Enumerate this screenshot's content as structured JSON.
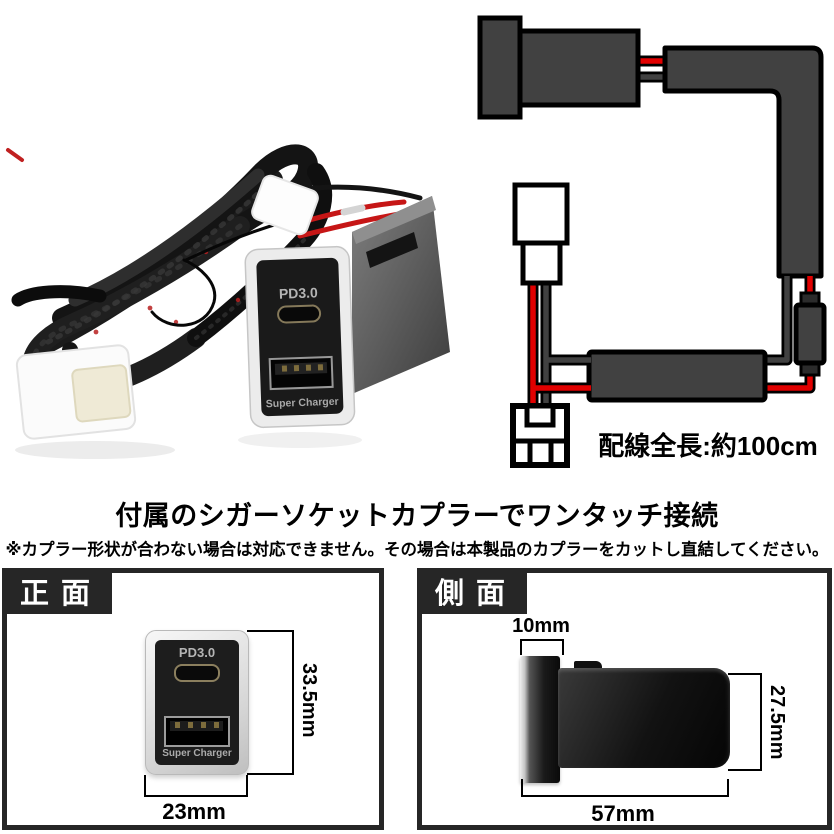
{
  "colors": {
    "wire_red": "#e10000",
    "diagram_gray": "#414141",
    "panel_frame": "#262626"
  },
  "photo": {
    "unit": {
      "pd_label": "PD3.0",
      "charger_label": "Super Charger"
    }
  },
  "diagram": {
    "length_label": "配線全長:約100cm"
  },
  "headline": "付属のシガーソケットカプラーでワンタッチ接続",
  "note": "※カプラー形状が合わない場合は対応できません。その場合は本製品のカプラーをカットし直結してください。",
  "panels": {
    "front": {
      "title": "正面",
      "pd_label": "PD3.0",
      "charger_label": "Super Charger",
      "height_label": "33.5mm",
      "width_label": "23mm"
    },
    "side": {
      "title": "側面",
      "depth_label": "10mm",
      "height_label": "27.5mm",
      "length_label": "57mm"
    }
  }
}
